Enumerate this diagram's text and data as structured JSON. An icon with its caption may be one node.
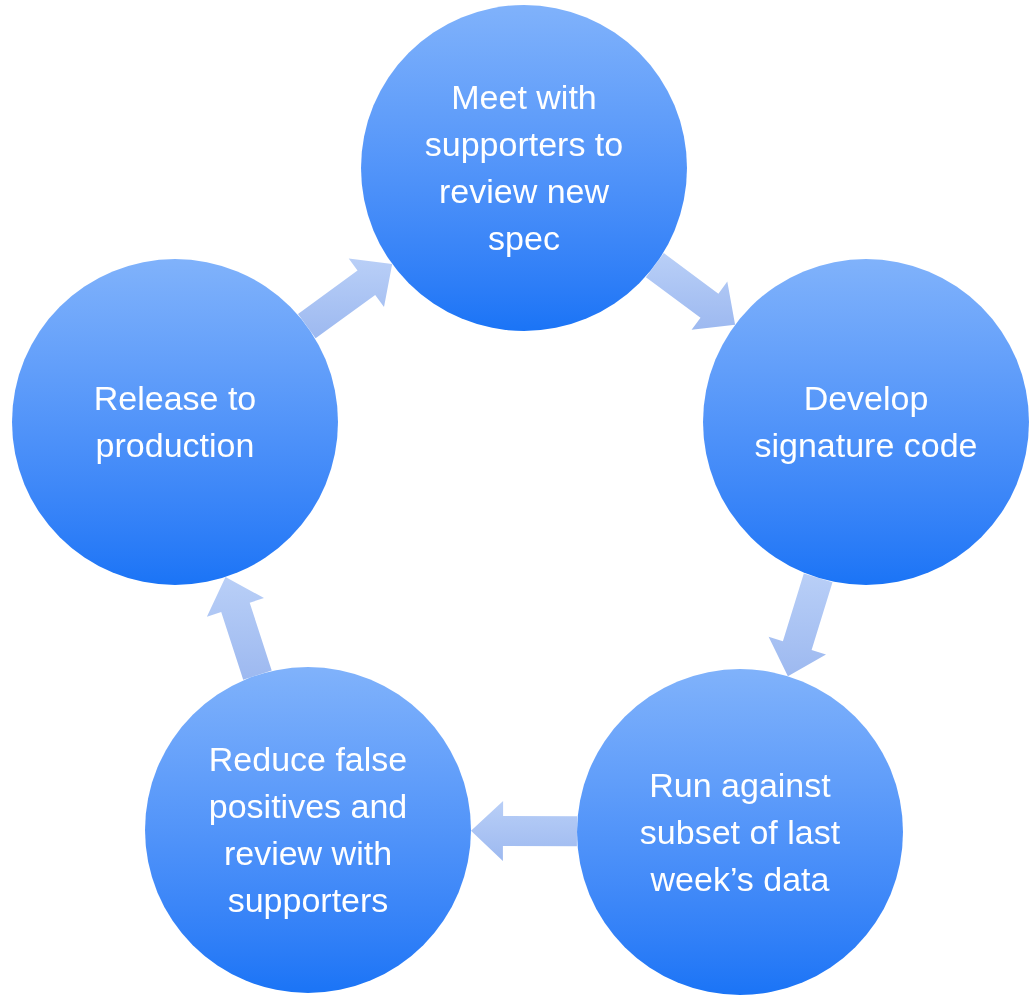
{
  "diagram": {
    "nodes": [
      {
        "text": [
          "Meet with supporters to review new spec"
        ]
      },
      {
        "text": [
          "Develop signature code"
        ]
      },
      {
        "text": [
          "Run against subset of last week’s data"
        ]
      },
      {
        "text": [
          "Reduce false positives and review with supporters"
        ]
      },
      {
        "text": [
          "Release to production"
        ]
      }
    ],
    "edges": [
      {
        "from": 0,
        "to": 1,
        "arrow": "to"
      },
      {
        "from": 1,
        "to": 2,
        "arrow": "to"
      },
      {
        "from": 2,
        "to": 3,
        "arrow": "to"
      },
      {
        "from": 3,
        "to": 4,
        "arrow": "to"
      },
      {
        "from": 4,
        "to": 0,
        "arrow": "to"
      }
    ]
  }
}
